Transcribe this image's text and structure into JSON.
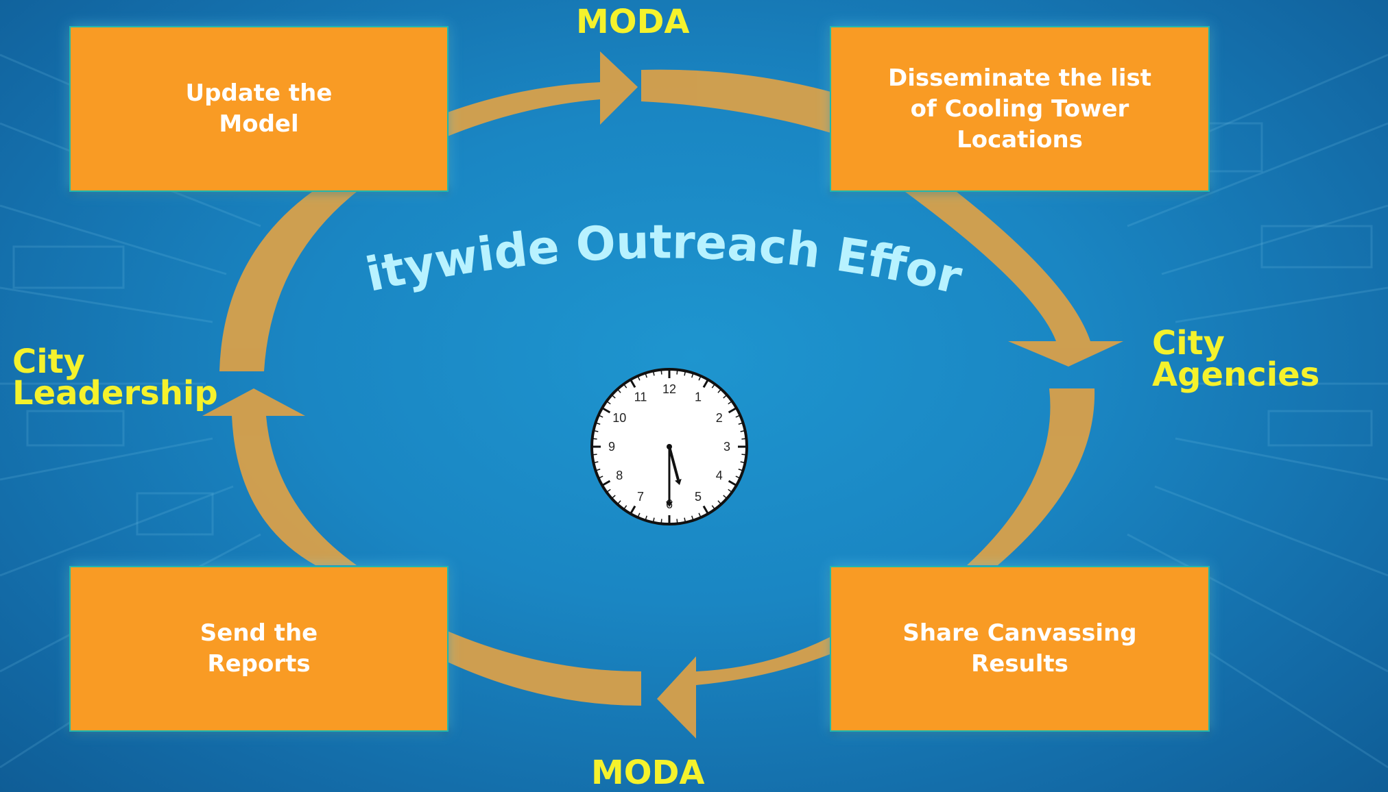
{
  "title": "Citywide Outreach Effort",
  "boxes": {
    "update_model": "Update the\nModel",
    "disseminate": "Disseminate the list\nof Cooling Tower\nLocations",
    "share_results": "Share Canvassing\nResults",
    "send_reports": "Send the\nReports"
  },
  "labels": {
    "moda_top": "MODA",
    "city_agencies": "City Agencies",
    "moda_bottom": "MODA",
    "city_leadership": "City\nLeadership"
  },
  "clock": {
    "numbers": [
      "12",
      "1",
      "2",
      "3",
      "4",
      "5",
      "6",
      "7",
      "8",
      "9",
      "10",
      "11"
    ],
    "hour": 5,
    "minute": 30
  },
  "colors": {
    "box_fill": "#f99b24",
    "box_border": "#20b7ad",
    "arrow": "#d8a04a",
    "label_yellow": "#f5f22c",
    "title": "#b8f2ff"
  }
}
